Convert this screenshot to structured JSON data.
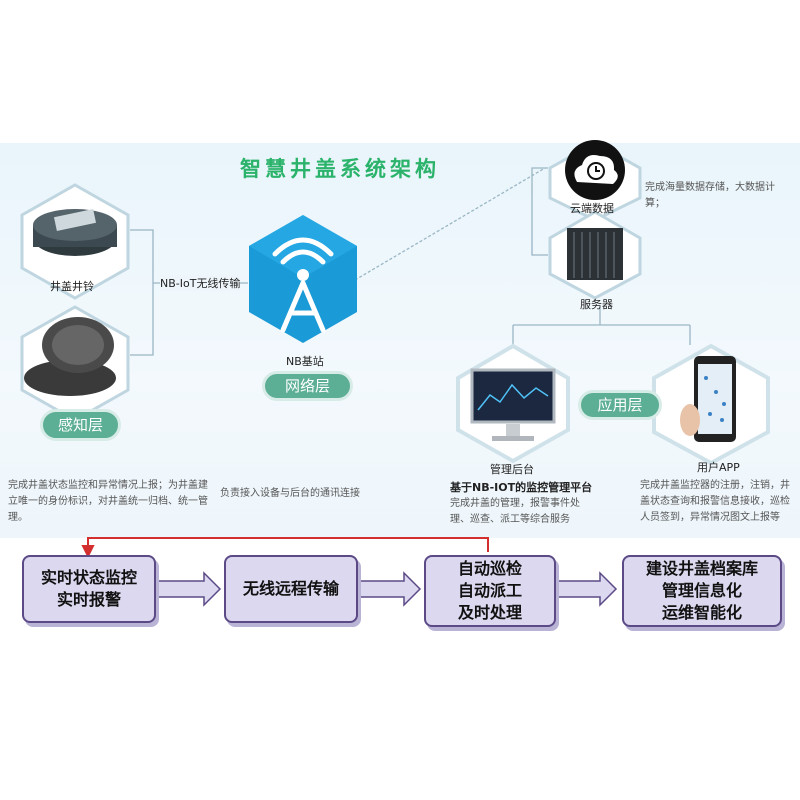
{
  "diagram": {
    "title": "智慧井盖系统架构",
    "nodes": {
      "sensor": "井盖井铃",
      "layer_sense": "感知层",
      "link_label": "NB-IoT无线传输",
      "nb_station": "NB基站",
      "layer_network": "网络层",
      "cloud": "云端数据",
      "cloud_desc": "完成海量数据存储，大数据计算；",
      "server": "服务器",
      "mgmt": "管理后台",
      "platform": "基于NB-IOT的监控管理平台",
      "layer_app": "应用层",
      "user_app": "用户APP"
    },
    "descriptions": {
      "sense": "完成井盖状态监控和异常情况上报；为井盖建立唯一的身份标识，对井盖统一归档、统一管理。",
      "network": "负责接入设备与后台的通讯连接",
      "platform": "完成井盖的管理，报警事件处理、巡查、派工等综合服务",
      "app": "完成井盖监控器的注册，注销，井盖状态查询和报警信息接收，巡检人员签到，异常情况图文上报等"
    }
  },
  "flow": {
    "steps": [
      "实时状态监控\n实时报警",
      "无线远程传输",
      "自动巡检\n自动派工\n及时处理",
      "建设井盖档案库\n管理信息化\n运维智能化"
    ]
  },
  "colors": {
    "accent": "#2bb36b",
    "flow_box": "#dcd8ef",
    "flow_border": "#5b4a86",
    "pill": "#5cae94",
    "hex": "#1a9ad6",
    "feedback": "#d32f2f"
  }
}
